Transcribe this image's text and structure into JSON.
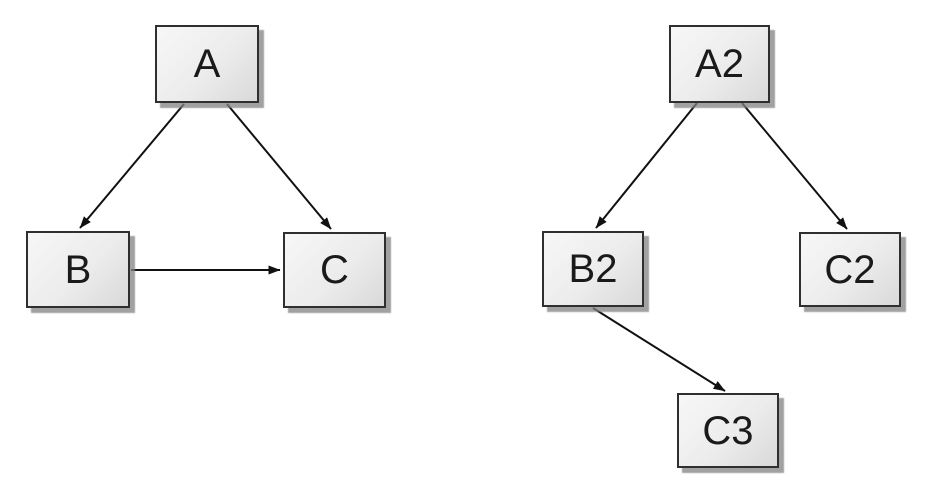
{
  "diagram": {
    "nodes": [
      {
        "id": "A",
        "label": "A"
      },
      {
        "id": "B",
        "label": "B"
      },
      {
        "id": "C",
        "label": "C"
      },
      {
        "id": "A2",
        "label": "A2"
      },
      {
        "id": "B2",
        "label": "B2"
      },
      {
        "id": "C2",
        "label": "C2"
      },
      {
        "id": "C3",
        "label": "C3"
      }
    ],
    "edges": [
      {
        "from": "A",
        "to": "B"
      },
      {
        "from": "A",
        "to": "C"
      },
      {
        "from": "B",
        "to": "C"
      },
      {
        "from": "A2",
        "to": "B2"
      },
      {
        "from": "A2",
        "to": "C2"
      },
      {
        "from": "B2",
        "to": "C3"
      }
    ],
    "colors": {
      "background": "#ffffff",
      "node_fill_light": "#f7f7f7",
      "node_fill_dark": "#d9d9d9",
      "node_border": "#2f2f2f",
      "node_shadow": "#828282",
      "edge": "#111111",
      "label": "#1a1a1a"
    }
  }
}
